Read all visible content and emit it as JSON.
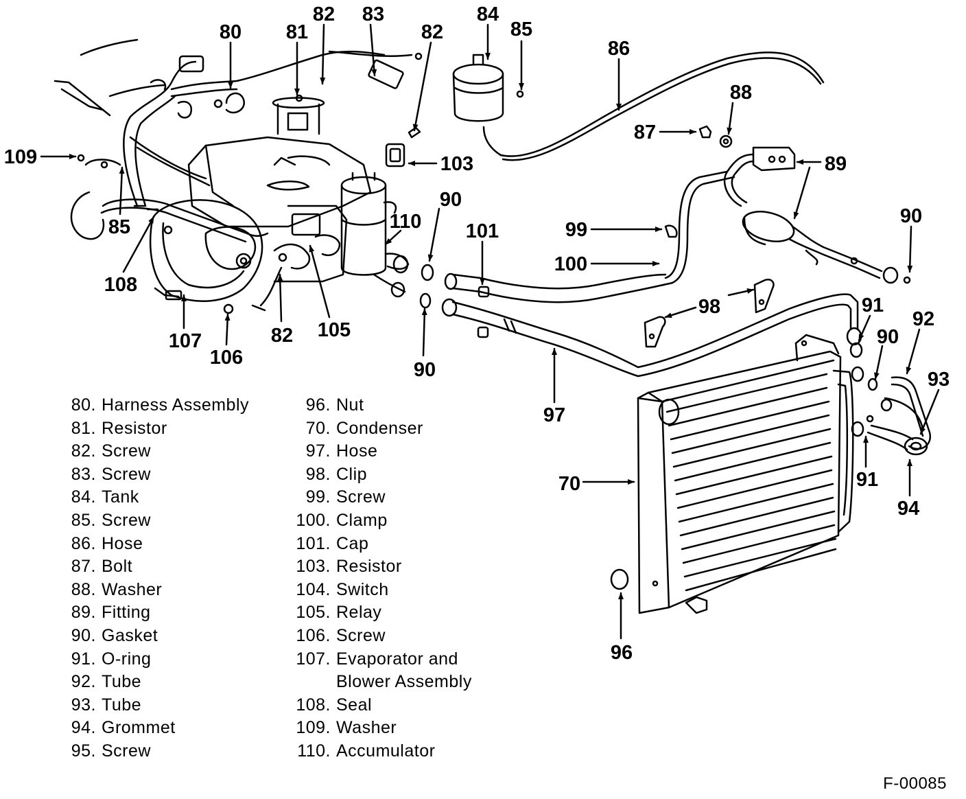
{
  "callouts": [
    {
      "id": "c80",
      "text": "80"
    },
    {
      "id": "c81",
      "text": "81"
    },
    {
      "id": "c82a",
      "text": "82"
    },
    {
      "id": "c83",
      "text": "83"
    },
    {
      "id": "c82b",
      "text": "82"
    },
    {
      "id": "c84",
      "text": "84"
    },
    {
      "id": "c85a",
      "text": "85"
    },
    {
      "id": "c86",
      "text": "86"
    },
    {
      "id": "c88",
      "text": "88"
    },
    {
      "id": "c87",
      "text": "87"
    },
    {
      "id": "c89",
      "text": "89"
    },
    {
      "id": "c109",
      "text": "109"
    },
    {
      "id": "c103",
      "text": "103"
    },
    {
      "id": "c85b",
      "text": "85"
    },
    {
      "id": "c90a",
      "text": "90"
    },
    {
      "id": "c110",
      "text": "110"
    },
    {
      "id": "c101",
      "text": "101"
    },
    {
      "id": "c99",
      "text": "99"
    },
    {
      "id": "c90b",
      "text": "90"
    },
    {
      "id": "c100",
      "text": "100"
    },
    {
      "id": "c108",
      "text": "108"
    },
    {
      "id": "c98",
      "text": "98"
    },
    {
      "id": "c91a",
      "text": "91"
    },
    {
      "id": "c92",
      "text": "92"
    },
    {
      "id": "c90c",
      "text": "90"
    },
    {
      "id": "c107",
      "text": "107"
    },
    {
      "id": "c82c",
      "text": "82"
    },
    {
      "id": "c105",
      "text": "105"
    },
    {
      "id": "c106",
      "text": "106"
    },
    {
      "id": "c90d",
      "text": "90"
    },
    {
      "id": "c93",
      "text": "93"
    },
    {
      "id": "c97",
      "text": "97"
    },
    {
      "id": "c70",
      "text": "70"
    },
    {
      "id": "c91b",
      "text": "91"
    },
    {
      "id": "c94",
      "text": "94"
    },
    {
      "id": "c96",
      "text": "96"
    }
  ],
  "legend": {
    "left": [
      {
        "num": "80.",
        "label": "Harness Assembly"
      },
      {
        "num": "81.",
        "label": "Resistor"
      },
      {
        "num": "82.",
        "label": "Screw"
      },
      {
        "num": "83.",
        "label": "Screw"
      },
      {
        "num": "84.",
        "label": "Tank"
      },
      {
        "num": "85.",
        "label": "Screw"
      },
      {
        "num": "86.",
        "label": "Hose"
      },
      {
        "num": "87.",
        "label": "Bolt"
      },
      {
        "num": "88.",
        "label": "Washer"
      },
      {
        "num": "89.",
        "label": "Fitting"
      },
      {
        "num": "90.",
        "label": "Gasket"
      },
      {
        "num": "91.",
        "label": "O-ring"
      },
      {
        "num": "92.",
        "label": "Tube"
      },
      {
        "num": "93.",
        "label": "Tube"
      },
      {
        "num": "94.",
        "label": "Grommet"
      },
      {
        "num": "95.",
        "label": "Screw"
      }
    ],
    "right": [
      {
        "num": "96.",
        "label": "Nut"
      },
      {
        "num": "70.",
        "label": "Condenser"
      },
      {
        "num": "97.",
        "label": "Hose"
      },
      {
        "num": "98.",
        "label": "Clip"
      },
      {
        "num": "99.",
        "label": "Screw"
      },
      {
        "num": "100.",
        "label": "Clamp"
      },
      {
        "num": "101.",
        "label": "Cap"
      },
      {
        "num": "103.",
        "label": "Resistor"
      },
      {
        "num": "104.",
        "label": "Switch"
      },
      {
        "num": "105.",
        "label": "Relay"
      },
      {
        "num": "106.",
        "label": "Screw"
      },
      {
        "num": "107.",
        "label": "Evaporator and"
      },
      {
        "num": "",
        "label": "Blower Assembly"
      },
      {
        "num": "108.",
        "label": "Seal"
      },
      {
        "num": "109.",
        "label": "Washer"
      },
      {
        "num": "110.",
        "label": "Accumulator"
      }
    ]
  },
  "figure_code": "F-00085",
  "colors": {
    "ink": "#000000",
    "paper": "#ffffff"
  }
}
